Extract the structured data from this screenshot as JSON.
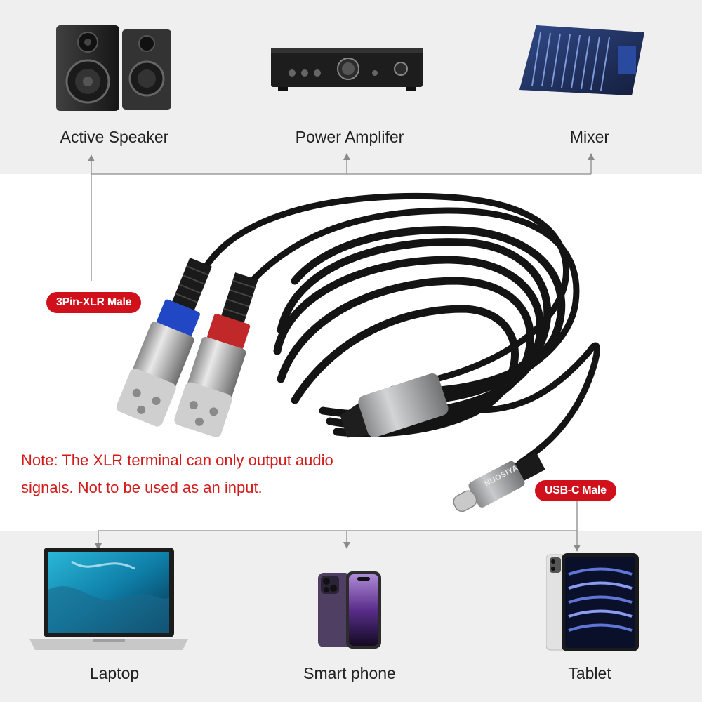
{
  "top_devices": [
    {
      "label": "Active Speaker",
      "icon": "speaker-icon"
    },
    {
      "label": "Power Amplifer",
      "icon": "amplifier-icon"
    },
    {
      "label": "Mixer",
      "icon": "mixer-icon"
    }
  ],
  "bottom_devices": [
    {
      "label": "Laptop",
      "icon": "laptop-icon"
    },
    {
      "label": "Smart phone",
      "icon": "phone-icon"
    },
    {
      "label": "Tablet",
      "icon": "tablet-icon"
    }
  ],
  "badges": {
    "xlr": "3Pin-XLR Male",
    "usbc": "USB-C Male"
  },
  "note": {
    "line1": "Note: The XLR terminal can only output audio",
    "line2": "signals. Not to be used as an input."
  },
  "brand_text": "NUOSIYA",
  "colors": {
    "badge": "#d0101a",
    "note": "#d41a1a",
    "band": "#efefef",
    "xlr_left_ring": "#2147c4",
    "xlr_right_ring": "#c0282a"
  }
}
